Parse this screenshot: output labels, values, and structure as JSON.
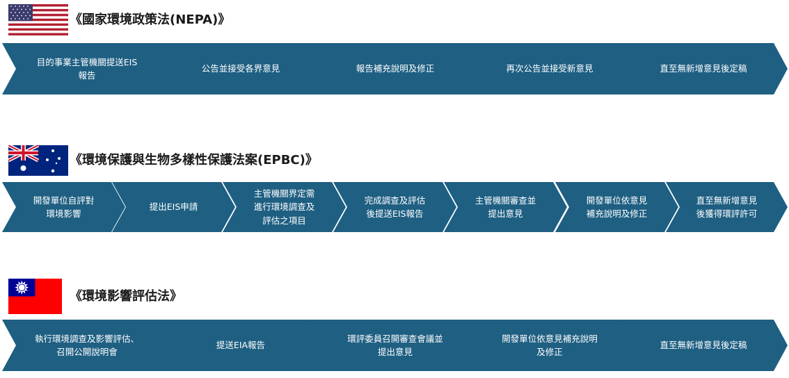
{
  "sections": [
    {
      "flag": "us-flag",
      "title": "《國家環境政策法(NEPA)》",
      "steps": [
        "目的事業主管機關提送EIS\n報告",
        "公告並接受各界意見",
        "報告補充說明及修正",
        "再次公告並接受新意見",
        "直至無新增意見後定稿"
      ]
    },
    {
      "flag": "australia-flag",
      "title": "《環境保護與生物多樣性保護法案(EPBC)》",
      "steps": [
        "開發單位自評對\n環境影響",
        "提出EIS申請",
        "主管機關界定需\n進行環境調查及\n評估之項目",
        "完成調查及評估\n後提送EIS報告",
        "主管機關審查並\n提出意見",
        "開發單位依意見\n補充說明及修正",
        "直至無新增意見\n後獲得環評許可"
      ]
    },
    {
      "flag": "taiwan-flag",
      "title": "《環境影響評估法》",
      "steps": [
        "執行環境調查及影響評估、\n召開公開說明會",
        "提送EIA報告",
        "環評委員召開審查會議並\n提出意見",
        "開發單位依意見補充說明\n及修正",
        "直至無新增意見後定稿"
      ]
    }
  ],
  "colors": {
    "chevron": "#1e5f82",
    "text": "#ffffff"
  }
}
